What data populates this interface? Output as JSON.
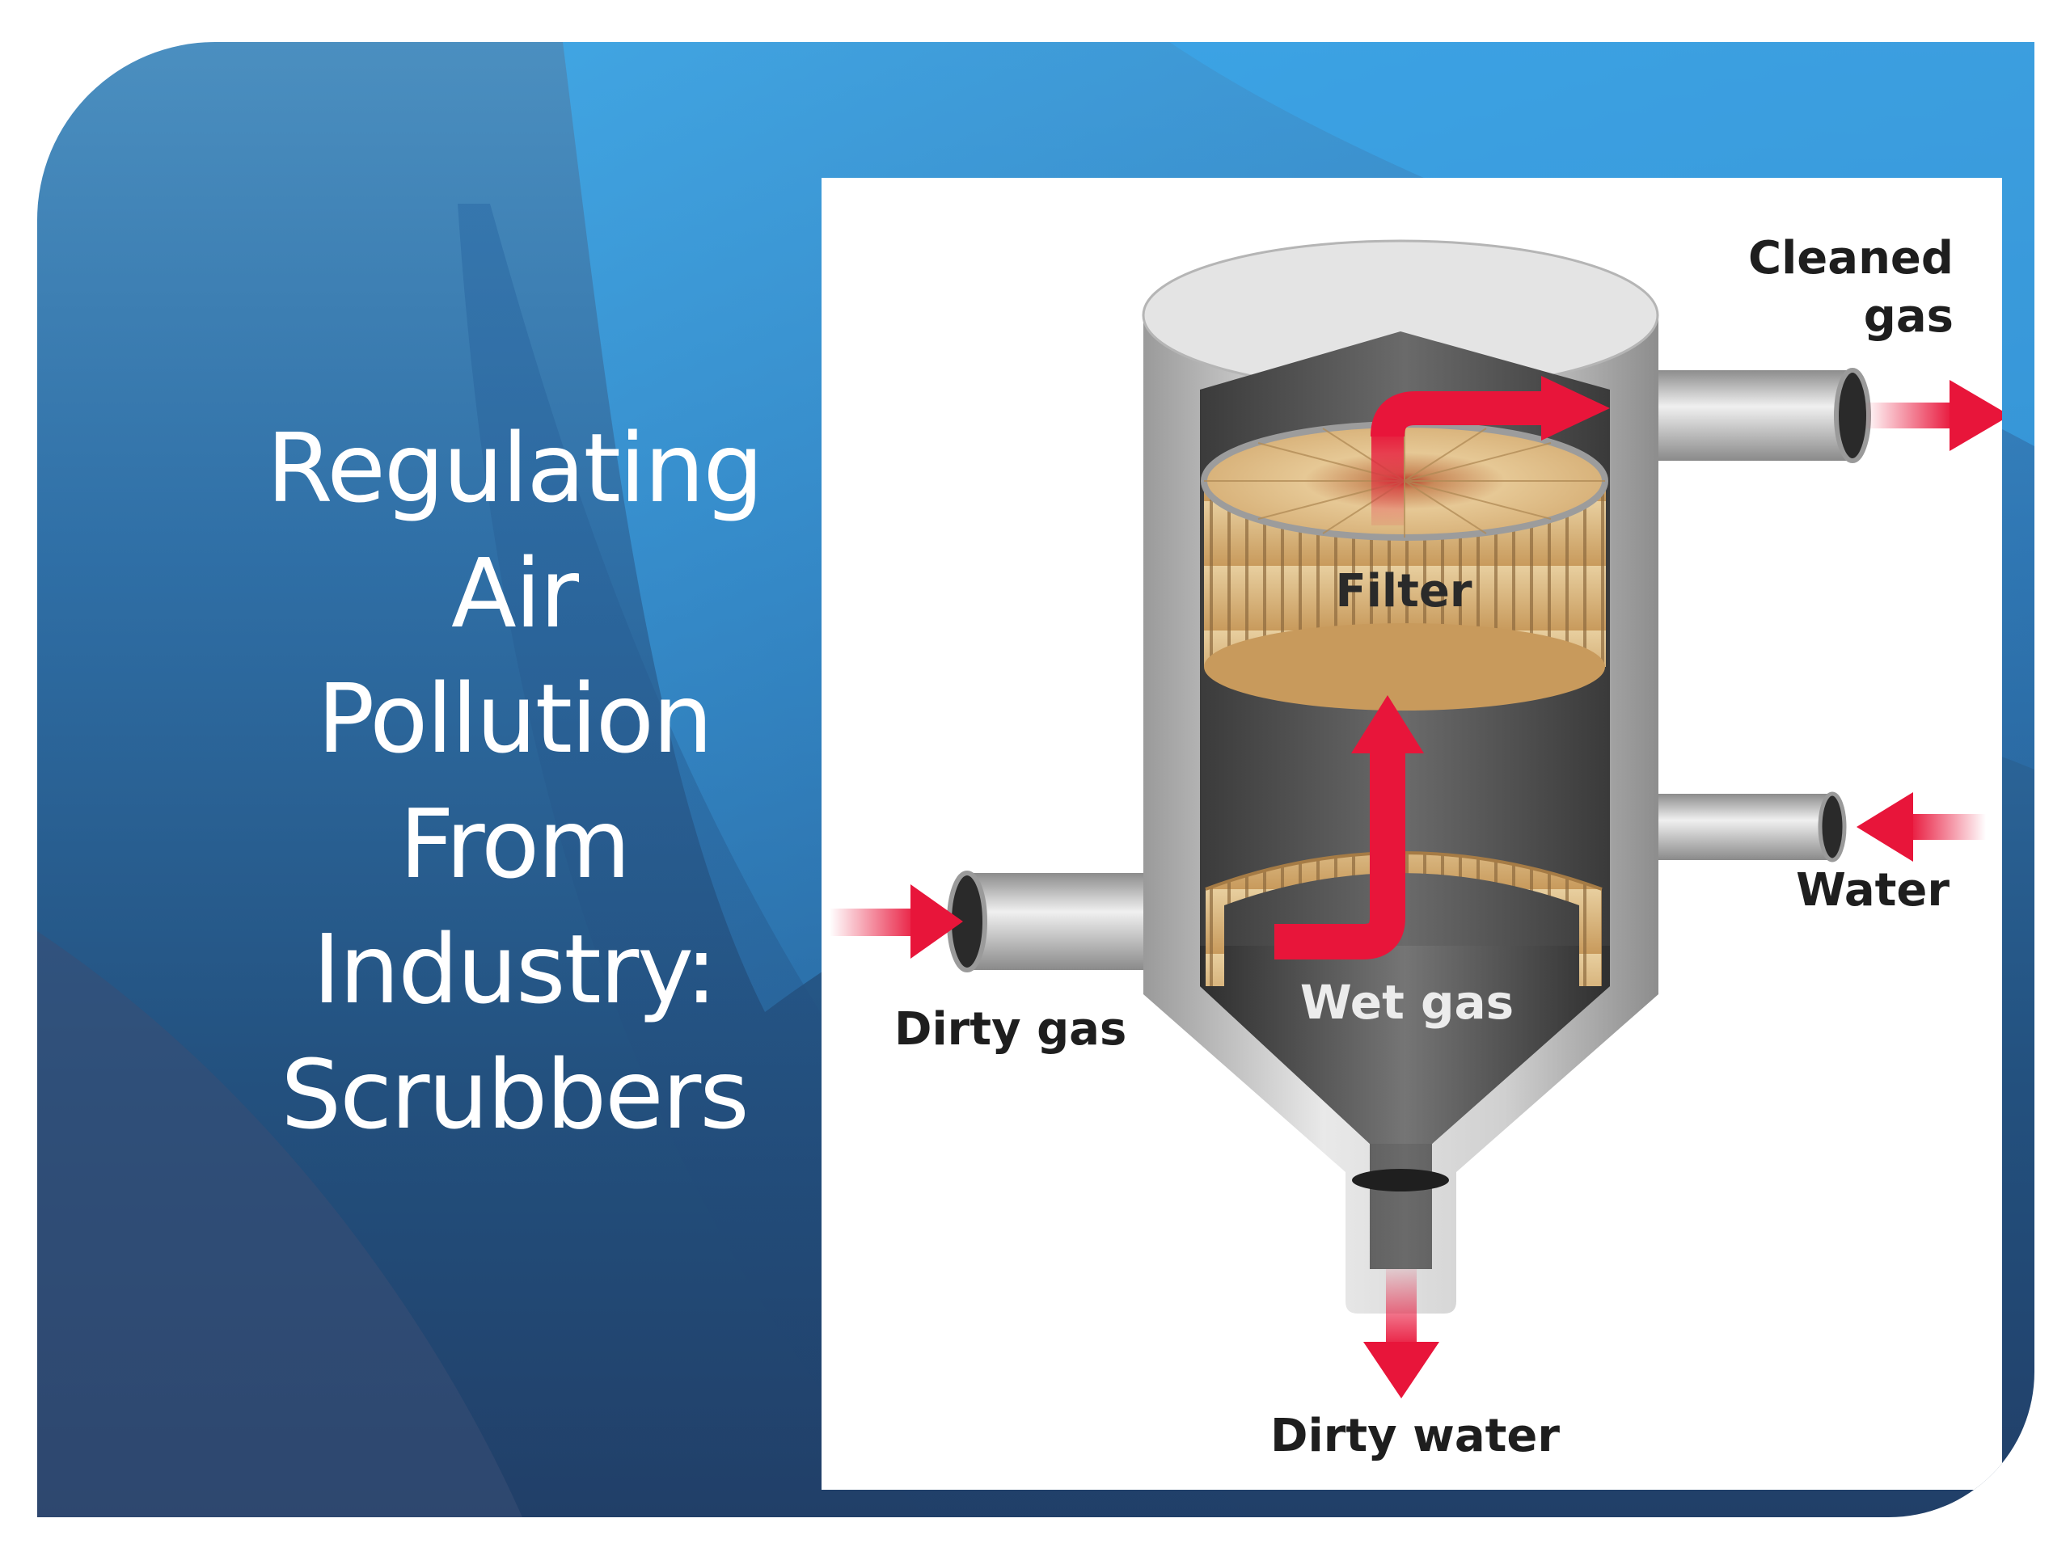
{
  "slide": {
    "title_lines": [
      "Regulating",
      "Air",
      "Pollution",
      "From",
      "Industry:",
      "Scrubbers"
    ]
  },
  "diagram": {
    "labels": {
      "cleaned_gas_line1": "Cleaned",
      "cleaned_gas_line2": "gas",
      "filter": "Filter",
      "water": "Water",
      "dirty_gas": "Dirty gas",
      "wet_gas": "Wet gas",
      "dirty_water": "Dirty water"
    }
  },
  "colors": {
    "flow_arrow": "#e8153a",
    "slide_background": "#2f6fa6",
    "filter_fiber": "#d8b27a"
  }
}
